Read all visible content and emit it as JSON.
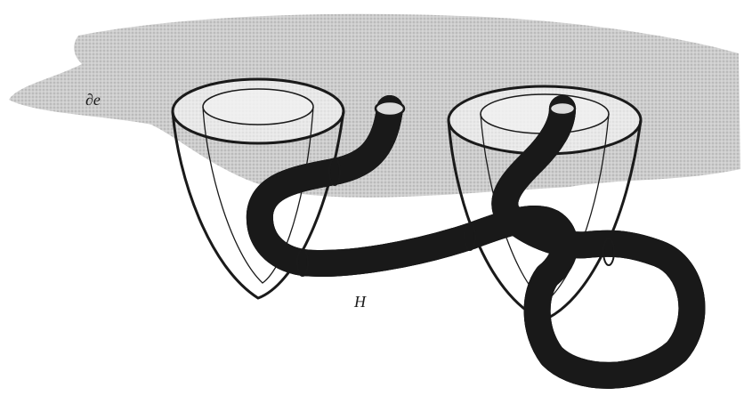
{
  "figure": {
    "labels": {
      "top_left": "∂e",
      "bottom": "H"
    },
    "colors": {
      "ink": "#1a1a1a",
      "shading": "#b9b9b9",
      "tube_fill": "#cfcfcf",
      "tube_highlight": "#f2f2f2",
      "background": "#ffffff"
    },
    "parts": [
      "left-cup",
      "right-cup",
      "connecting-tube",
      "shaded-region"
    ]
  }
}
